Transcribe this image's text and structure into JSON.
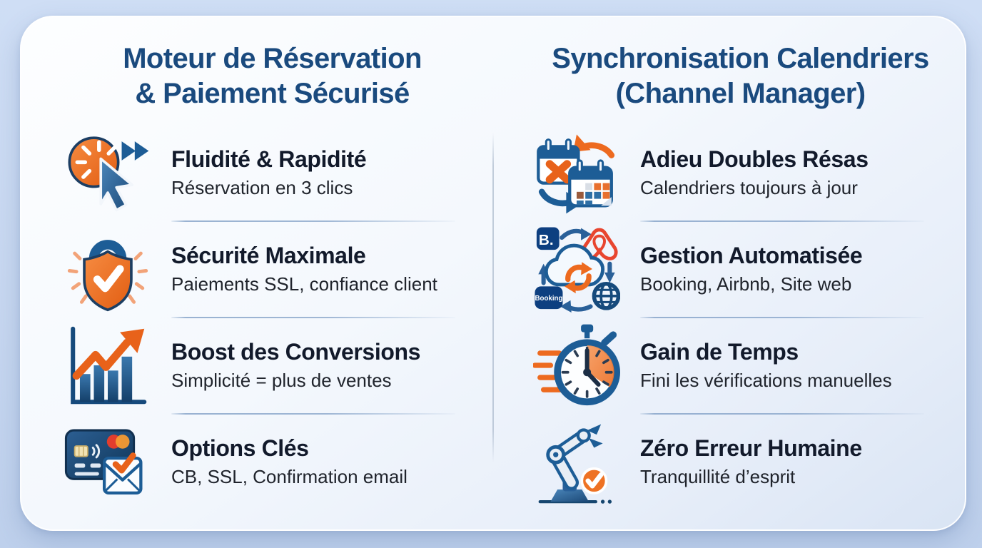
{
  "columns": [
    {
      "title_line1": "Moteur de Réservation",
      "title_line2": "& Paiement Sécurisé",
      "rows": [
        {
          "icon": "click-fast-icon",
          "title": "Fluidité & Rapidité",
          "subtitle": "Réservation en 3 clics"
        },
        {
          "icon": "secure-lock-icon",
          "title": "Sécurité Maximale",
          "subtitle": "Paiements SSL, confiance client"
        },
        {
          "icon": "growth-chart-icon",
          "title": "Boost des Conversions",
          "subtitle": "Simplicité = plus de ventes"
        },
        {
          "icon": "card-email-icon",
          "title": "Options Clés",
          "subtitle": "CB, SSL, Confirmation email"
        }
      ]
    },
    {
      "title_line1": "Synchronisation Calendriers",
      "title_line2": "(Channel Manager)",
      "rows": [
        {
          "icon": "calendar-sync-icon",
          "title": "Adieu Doubles Résas",
          "subtitle": "Calendriers toujours à jour"
        },
        {
          "icon": "cloud-channels-icon",
          "title": "Gestion Automatisée",
          "subtitle": "Booking, Airbnb, Site web"
        },
        {
          "icon": "stopwatch-icon",
          "title": "Gain de Temps",
          "subtitle": "Fini les vérifications manuelles"
        },
        {
          "icon": "robot-arm-icon",
          "title": "Zéro Erreur Humaine",
          "subtitle": "Tranquillité d’esprit"
        }
      ]
    }
  ],
  "icon_labels": {
    "booking_b": "B.",
    "booking_badge": "Booking"
  },
  "colors": {
    "accent_orange": "#e8621a",
    "brand_blue": "#1d5d96",
    "title_blue": "#1a4a7e",
    "text_navy": "#121a2b",
    "background": "#c7d7f0",
    "card": "#f4f8fd"
  }
}
